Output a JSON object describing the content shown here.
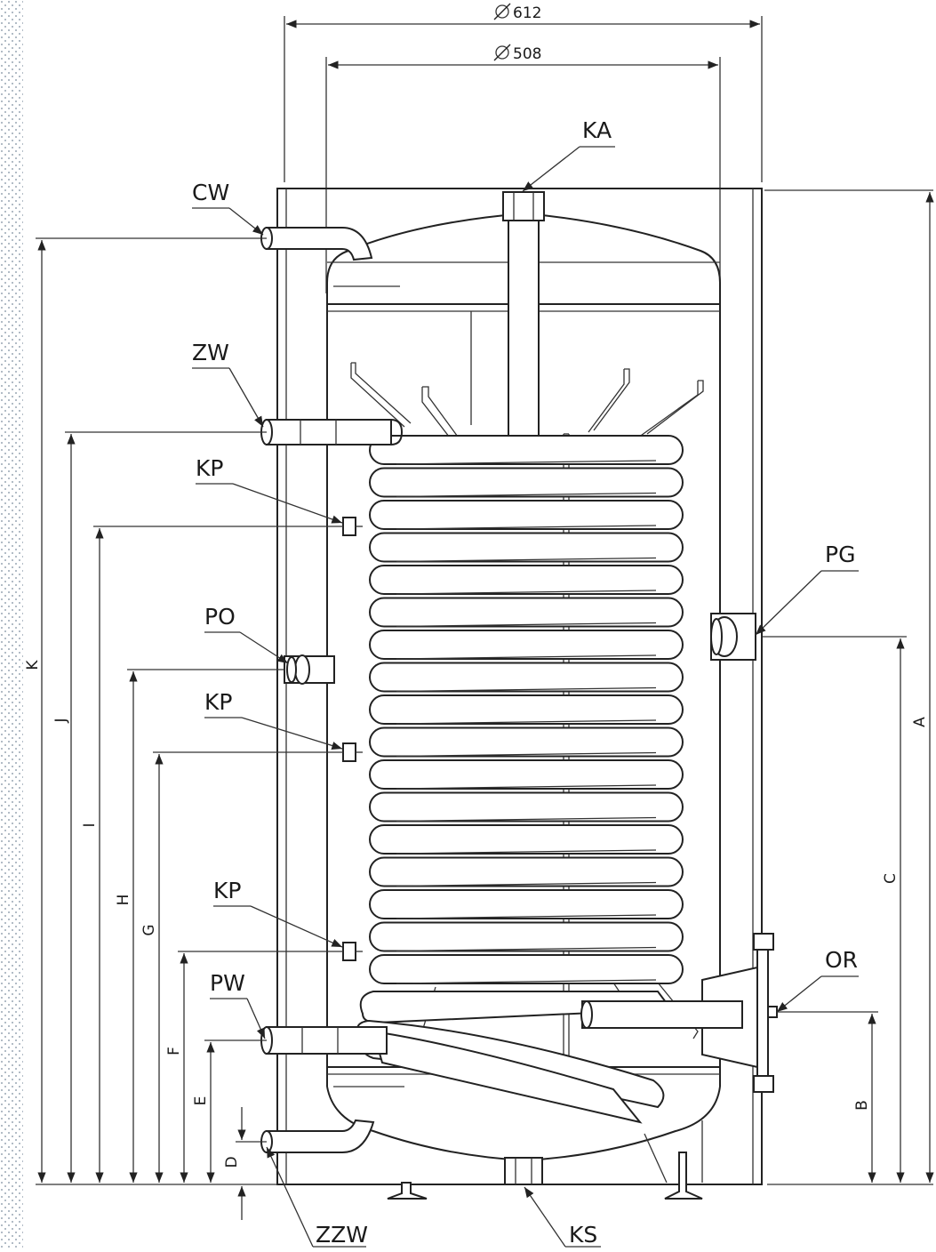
{
  "diameters": {
    "outer": "612",
    "inner": "508"
  },
  "callouts": {
    "ka": "KA",
    "cw": "CW",
    "zw": "ZW",
    "kp1": "KP",
    "po": "PO",
    "kp2": "KP",
    "kp3": "KP",
    "pw": "PW",
    "zzw": "ZZW",
    "ks": "KS",
    "pg": "PG",
    "or": "OR"
  },
  "dimensions": {
    "k": "K",
    "j": "J",
    "i": "I",
    "h": "H",
    "g": "G",
    "f": "F",
    "e": "E",
    "d": "D",
    "a": "A",
    "c": "C",
    "b": "B"
  },
  "colors": {
    "line": "#222222",
    "background": "#ffffff",
    "frame_dots": "#9aa7b3"
  }
}
